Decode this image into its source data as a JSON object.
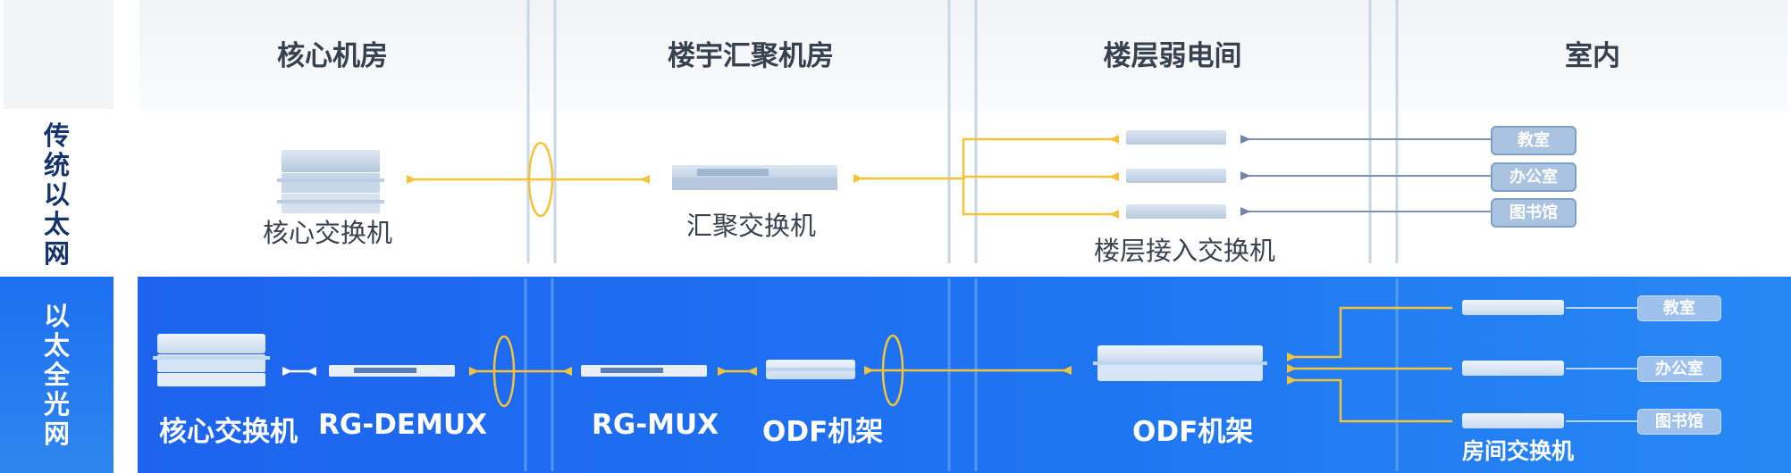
{
  "columns": [
    "核心机房",
    "楼宇汇聚机房",
    "楼层弱电间",
    "室内"
  ],
  "rows": {
    "traditional": "传统以太网",
    "all_optical": "以太全光网"
  },
  "traditional_devices": {
    "core": "核心交换机",
    "aggregation": "汇聚交换机",
    "floor_access": "楼层接入交换机"
  },
  "optical_devices": {
    "core": "核心交换机",
    "demux": "RG-DEMUX",
    "mux": "RG-MUX",
    "odf_building": "ODF机架",
    "odf_floor": "ODF机架",
    "room_switch": "房间交换机"
  },
  "rooms": [
    "教室",
    "办公室",
    "图书馆"
  ],
  "colors": {
    "fiber": "#f3c43a",
    "copper": "#6f86a6",
    "band": "#1f6ef0"
  }
}
